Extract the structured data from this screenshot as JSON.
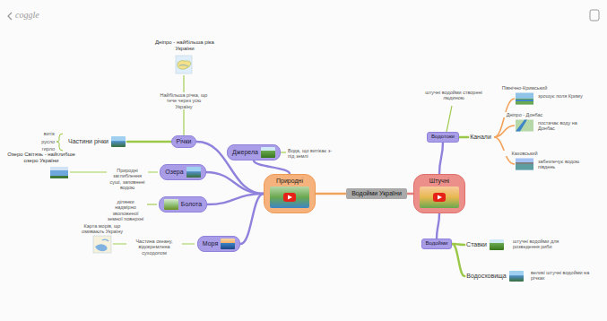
{
  "diagram": {
    "nodes": [
      {
        "text": [
          "Водойми України"
        ]
      },
      {
        "text": [
          "Природні"
        ]
      },
      {
        "text": [
          "Штучні"
        ]
      },
      {
        "text": [
          "Джерела"
        ]
      },
      {
        "text": [
          "Річки"
        ]
      },
      {
        "text": [
          "Озера"
        ]
      },
      {
        "text": [
          "Болота"
        ]
      },
      {
        "text": [
          "Моря"
        ]
      },
      {
        "text": [
          "Частини річки"
        ]
      },
      {
        "text": [
          "Водотоки"
        ]
      },
      {
        "text": [
          "Канали"
        ]
      },
      {
        "text": [
          "Водойми"
        ]
      },
      {
        "text": [
          "Ставки"
        ]
      },
      {
        "text": [
          "Водосховища"
        ]
      }
    ],
    "edges": [
      {
        "from": 0,
        "to": 1,
        "arrow": "none"
      },
      {
        "from": 0,
        "to": 2,
        "arrow": "none"
      },
      {
        "from": 1,
        "to": 3,
        "arrow": "none"
      },
      {
        "from": 1,
        "to": 4,
        "arrow": "none"
      },
      {
        "from": 1,
        "to": 5,
        "arrow": "none"
      },
      {
        "from": 1,
        "to": 6,
        "arrow": "none"
      },
      {
        "from": 1,
        "to": 7,
        "arrow": "none"
      },
      {
        "from": 4,
        "to": 8,
        "arrow": "none"
      },
      {
        "from": 2,
        "to": 9,
        "arrow": "none"
      },
      {
        "from": 9,
        "to": 10,
        "arrow": "none"
      },
      {
        "from": 2,
        "to": 11,
        "arrow": "none"
      },
      {
        "from": 11,
        "to": 12,
        "arrow": "none"
      },
      {
        "from": 11,
        "to": 13,
        "arrow": "none"
      }
    ],
    "labels": [
      "coggle",
      "Дніпро - найбільша ріка України",
      "Найбільша річка, що тече через усю Україну",
      "витік",
      "русло",
      "гирло",
      "Озеро Світязь - найглибше озеро України",
      "Природні заглиблення суші, заповнені водою",
      "ділянки надмірно зволоженої земної поверхні",
      "Карта морів, що омивають Україну",
      "Частина океану, відокремлена суходолом",
      "Вода, що витікає з-під землі",
      "штучні водойми створені людиною",
      "Північно-Кримський",
      "Дніпро - Донбас",
      "Каховський",
      "зрошує поля Криму",
      "постачає воду на Донбас",
      "забезпечує водою південь",
      "штучні водойми для розведення риби",
      "великі штучні водойми на річках"
    ]
  }
}
